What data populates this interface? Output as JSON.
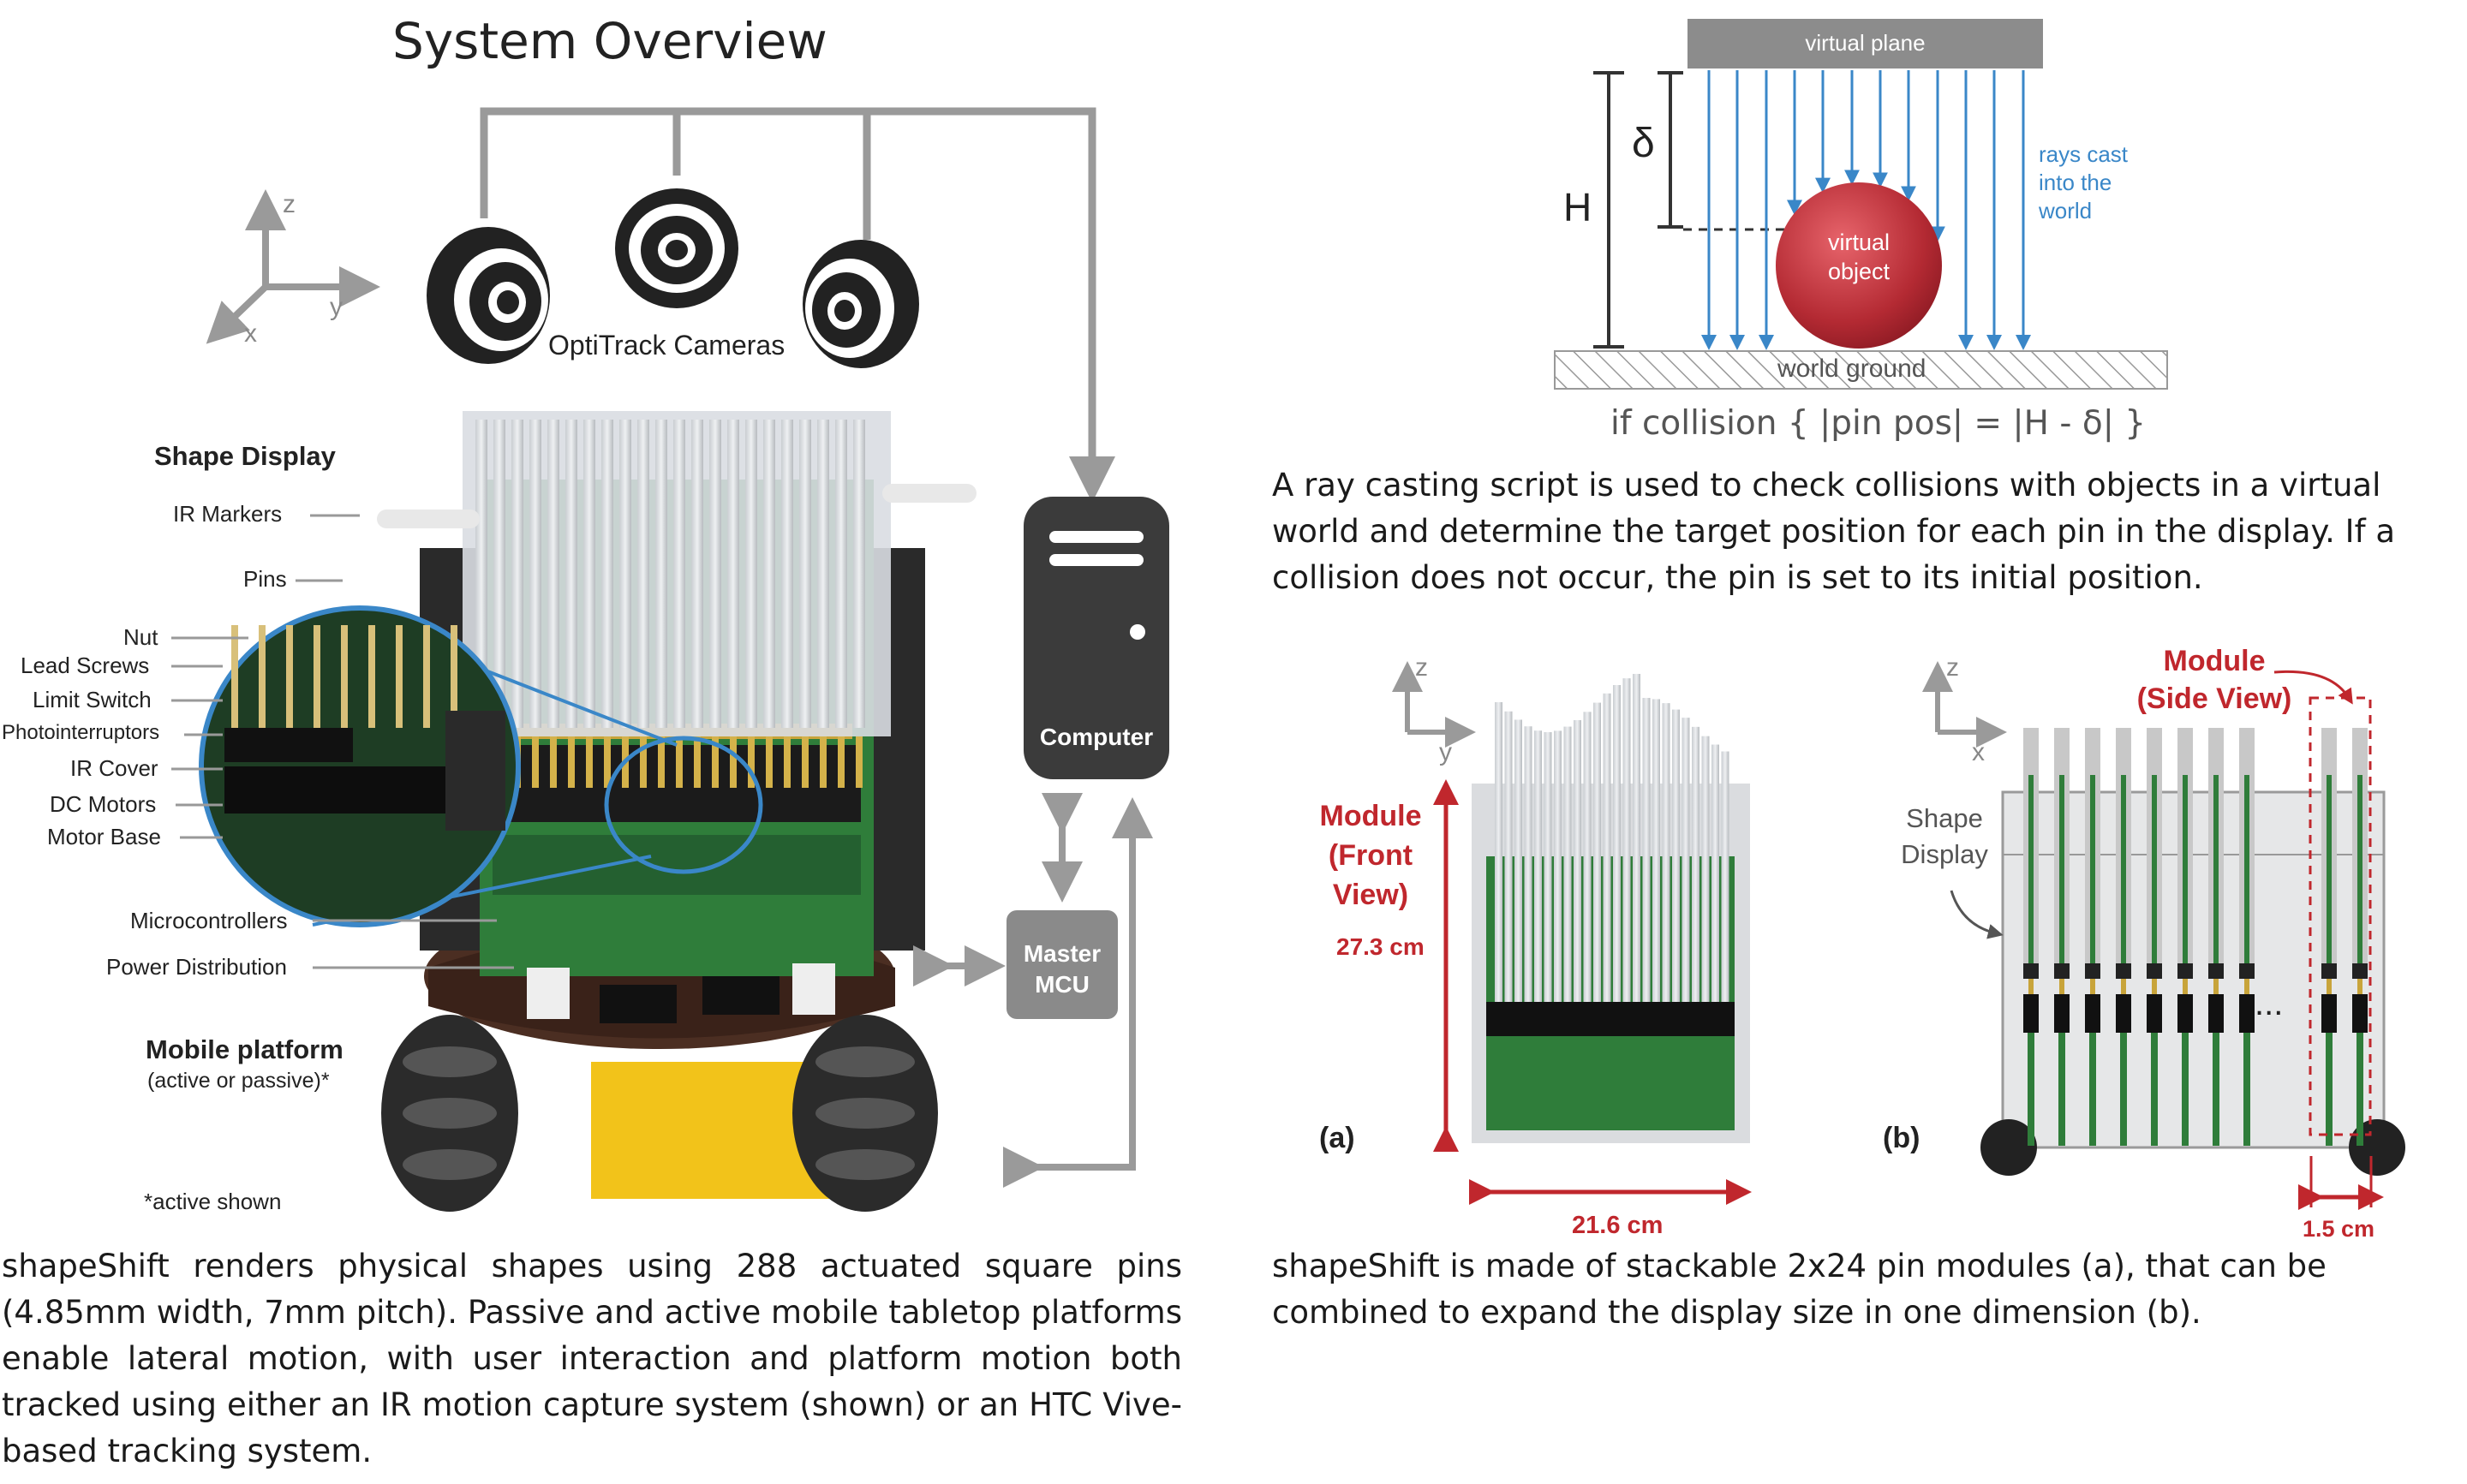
{
  "left_figure": {
    "title": "System Overview",
    "axes": {
      "z": "z",
      "y": "y",
      "x": "x"
    },
    "cameras_label": "OptiTrack Cameras",
    "shape_display_heading": "Shape Display",
    "labels": [
      "IR Markers",
      "Pins",
      "Nut",
      "Lead Screws",
      "Limit Switch",
      "Photointerruptors",
      "IR Cover",
      "DC Motors",
      "Motor Base",
      "Microcontrollers",
      "Power Distribution"
    ],
    "mobile_platform_heading": "Mobile platform",
    "mobile_platform_sub": "(active or passive)*",
    "active_note": "*active shown",
    "computer_label": "Computer",
    "master_mcu_line1": "Master",
    "master_mcu_line2": "MCU"
  },
  "ray_figure": {
    "virtual_plane": "virtual plane",
    "delta": "δ",
    "height": "H",
    "rays_note": [
      "rays cast",
      "into the",
      "world"
    ],
    "object_line1": "virtual",
    "object_line2": "object",
    "ground": "world ground",
    "formula": "if collision { |pin pos| = |H - δ| }"
  },
  "right_caption_top": "A ray casting script is used to check collisions with objects in a virtual world and determine the target position for each pin in the display. If a collision does not occur, the pin is set to its initial position.",
  "module_a": {
    "axes": {
      "z": "z",
      "y": "y"
    },
    "title_lines": [
      "Module",
      "(Front",
      "View)"
    ],
    "height_label": "27.3 cm",
    "width_label": "21.6 cm",
    "tag": "(a)"
  },
  "module_b": {
    "axes": {
      "z": "z",
      "x": "x"
    },
    "title_lines": [
      "Module",
      "(Side View)"
    ],
    "shape_display_lines": [
      "Shape",
      "Display"
    ],
    "ellipsis": "...",
    "width_label": "1.5 cm",
    "tag": "(b)"
  },
  "left_caption": "shapeShift renders physical shapes using 288 actuated square pins (4.85mm width, 7mm pitch). Passive and active mobile tabletop platforms enable lateral motion, with user interaction and platform motion both tracked using either an IR motion capture system (shown) or an HTC Vive-based tracking system.",
  "right_caption_bottom": "shapeShift is made of stackable 2x24 pin modules (a), that can be combined to expand the display size in one dimension (b).",
  "colors": {
    "accent_red": "#c0272d",
    "ray_blue": "#3a87c8",
    "arrow_gray": "#9a9a9a",
    "pcb_green": "#2f7d3a"
  }
}
